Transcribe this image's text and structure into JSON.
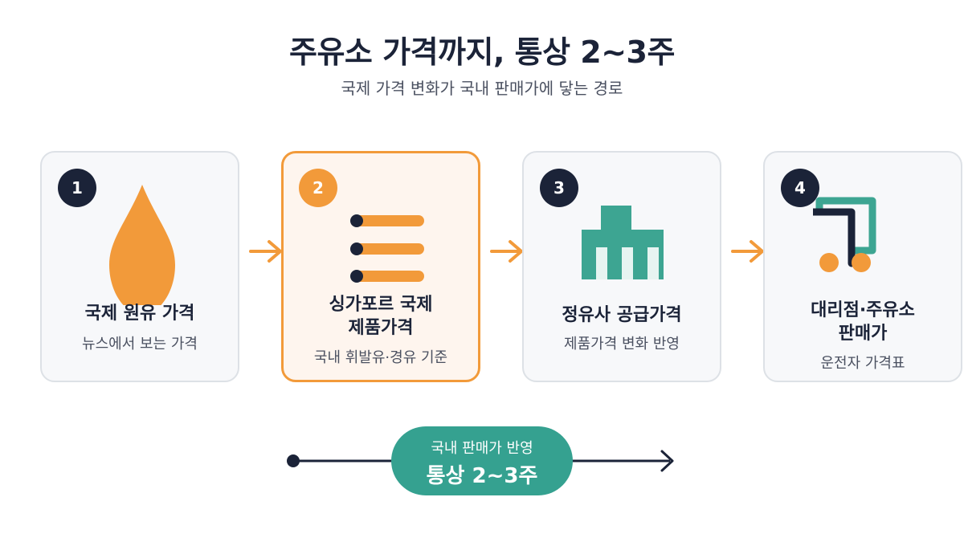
{
  "header": {
    "title": "주유소 가격까지, 통상 2~3주",
    "subtitle": "국제 가격 변화가 국내 판매가에 닿는 경로"
  },
  "steps": [
    {
      "number": "1",
      "title_line1": "국제 원유 가격",
      "title_line2": "",
      "subtitle": "뉴스에서 보는 가격",
      "icon": "oil-drop-icon"
    },
    {
      "number": "2",
      "title_line1": "싱가포르 국제",
      "title_line2": "제품가격",
      "subtitle": "국내 휘발유·경유 기준",
      "icon": "list-icon"
    },
    {
      "number": "3",
      "title_line1": "정유사 공급가격",
      "title_line2": "",
      "subtitle": "제품가격 변화 반영",
      "icon": "refinery-icon"
    },
    {
      "number": "4",
      "title_line1": "대리점·주유소",
      "title_line2": "판매가",
      "subtitle": "운전자 가격표",
      "icon": "gas-pump-icon"
    }
  ],
  "timeline": {
    "label": "국내 판매가 반영",
    "duration": "통상 2~3주"
  },
  "colors": {
    "navy": "#1b2338",
    "orange": "#f29a3a",
    "teal": "#35a190",
    "card_bg": "#f7f8fa",
    "highlight_bg": "#fef5ee"
  }
}
